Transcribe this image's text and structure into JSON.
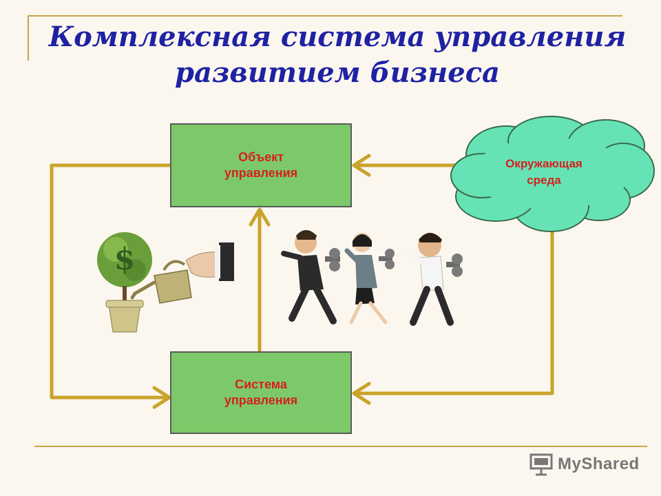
{
  "title_line1": "Комплексная система управления",
  "title_line2": "развитием бизнеса",
  "nodes": {
    "object": {
      "line1": "Объект",
      "line2": "управления"
    },
    "system": {
      "line1": "Система",
      "line2": "управления"
    },
    "environment": {
      "line1": "Окружающая",
      "line2": "среда"
    }
  },
  "watermark": {
    "text": "MyShared"
  },
  "colors": {
    "title": "#1f22a3",
    "box_fill": "#7dc96a",
    "cloud_fill": "#66e3b4",
    "label": "#d42020",
    "arrow": "#c9a32a",
    "rule": "#c9a44a"
  },
  "icons": [
    "money-tree-icon",
    "watering-can-icon",
    "walking-people-icon",
    "presentation-board-icon"
  ]
}
